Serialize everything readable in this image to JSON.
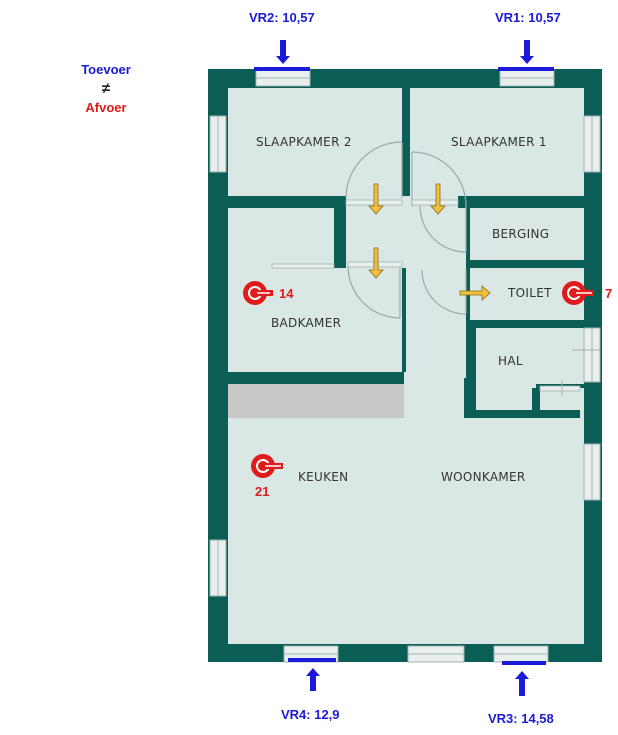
{
  "legend": {
    "supply": "Toevoer",
    "neq": "≠",
    "exhaust": "Afvoer"
  },
  "supply_vents": [
    {
      "id": "VR2",
      "label": "VR2: 10,57"
    },
    {
      "id": "VR1",
      "label": "VR1: 10,57"
    },
    {
      "id": "VR4",
      "label": "VR4: 12,9"
    },
    {
      "id": "VR3",
      "label": "VR3: 14,58"
    }
  ],
  "rooms": {
    "slaapkamer2": "SLAAPKAMER 2",
    "slaapkamer1": "SLAAPKAMER 1",
    "berging": "BERGING",
    "toilet": "TOILET",
    "badkamer": "BADKAMER",
    "hal": "HAL",
    "keuken": "KEUKEN",
    "woonkamer": "WOONKAMER"
  },
  "exhaust_vents": [
    {
      "room": "badkamer",
      "value": "14"
    },
    {
      "room": "toilet",
      "value": "7"
    },
    {
      "room": "keuken",
      "value": "21"
    }
  ],
  "colors": {
    "wall": "#0b5e55",
    "floor": "#dae8e5",
    "supply": "#1a1ad8",
    "exhaust": "#e01b1b",
    "flow_arrow": "#f0c040",
    "counter": "#c8c8c8"
  }
}
